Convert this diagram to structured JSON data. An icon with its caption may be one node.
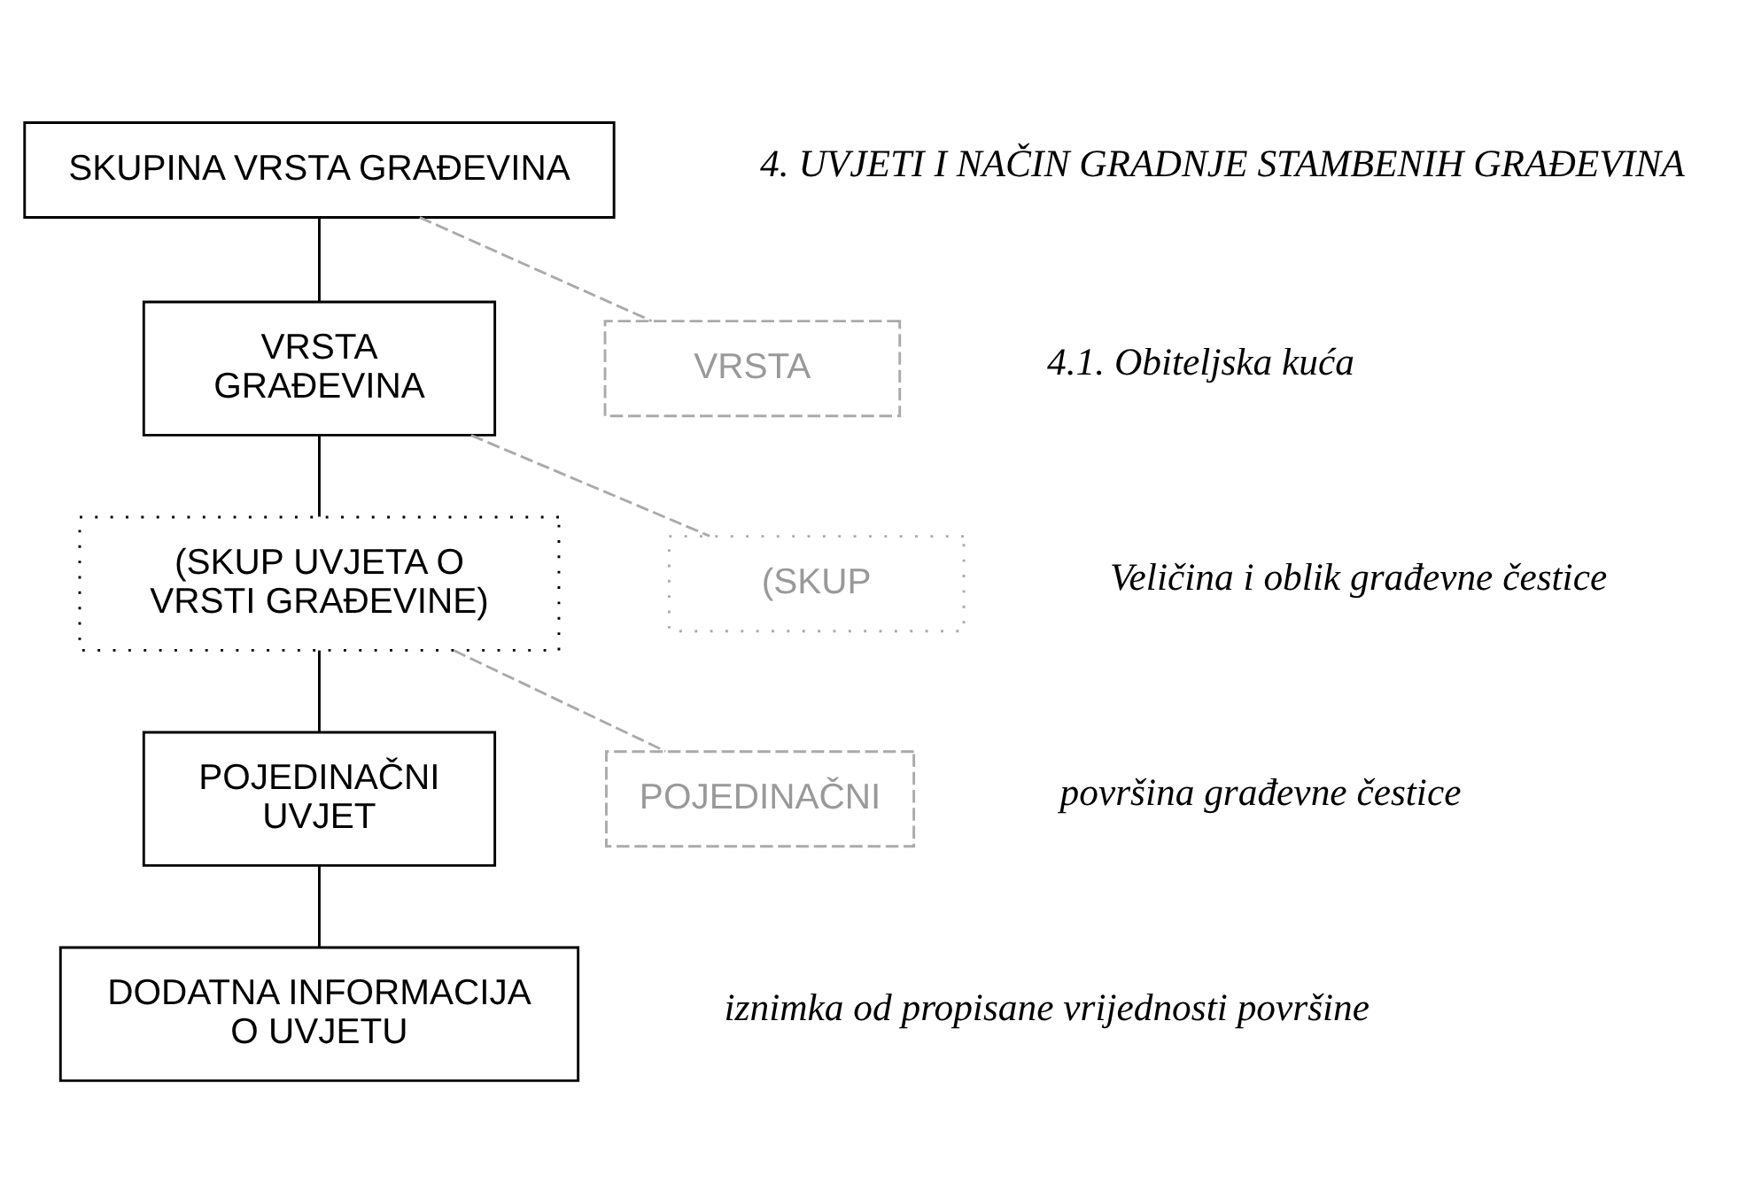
{
  "diagram": {
    "nodes": [
      {
        "text": [
          "SKUPINA VRSTA GRAĐEVINA"
        ]
      },
      {
        "text": [
          "VRSTA GRAĐEVINA"
        ]
      },
      {
        "text": [
          "(SKUP UVJETA O VRSTI GRAĐEVINE)"
        ]
      },
      {
        "text": [
          "POJEDINAČNI UVJET"
        ]
      },
      {
        "text": [
          "DODATNA INFORMACIJA O UVJETU"
        ]
      },
      {
        "text": [
          "VRSTA"
        ]
      },
      {
        "text": [
          "(SKUP"
        ]
      },
      {
        "text": [
          "POJEDINAČNI"
        ]
      }
    ],
    "edges": [
      {
        "from": 0,
        "to": 1,
        "arrow": "none"
      },
      {
        "from": 0,
        "to": 5,
        "arrow": "none",
        "style": "dashed",
        "color": "#aaaaaa"
      },
      {
        "from": 1,
        "to": 2,
        "arrow": "none"
      },
      {
        "from": 1,
        "to": 6,
        "arrow": "none",
        "style": "dashed",
        "color": "#aaaaaa"
      },
      {
        "from": 2,
        "to": 3,
        "arrow": "none"
      },
      {
        "from": 2,
        "to": 7,
        "arrow": "none",
        "style": "dashed",
        "color": "#aaaaaa"
      },
      {
        "from": 3,
        "to": 4,
        "arrow": "none"
      }
    ],
    "labels": [
      "4. UVJETI I NAČIN GRADNJE STAMBENIH GRAĐEVINA",
      "4.1. Obiteljska kuća",
      "Veličina i oblik građevne čestice",
      "površina građevne čestice",
      "iznimka od propisane vrijednosti površine"
    ]
  }
}
